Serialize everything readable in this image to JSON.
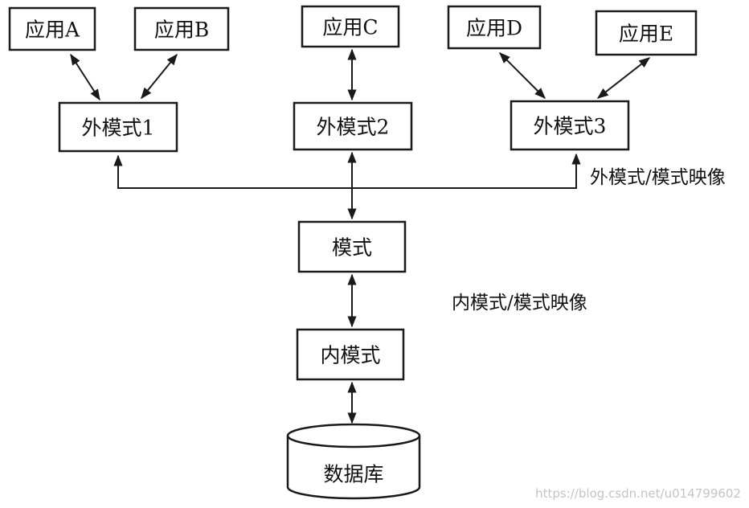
{
  "applications": [
    {
      "label": "应用A"
    },
    {
      "label": "应用B"
    },
    {
      "label": "应用C"
    },
    {
      "label": "应用D"
    },
    {
      "label": "应用E"
    }
  ],
  "external_schemas": [
    {
      "label": "外模式1"
    },
    {
      "label": "外模式2"
    },
    {
      "label": "外模式3"
    }
  ],
  "schema": {
    "label": "模式"
  },
  "internal_schema": {
    "label": "内模式"
  },
  "database": {
    "label": "数据库"
  },
  "mappings": {
    "external_schema_mapping": "外模式/模式映像",
    "internal_schema_mapping": "内模式/模式映像"
  },
  "watermark": "https://blog.csdn.net/u014799602",
  "colors": {
    "stroke": "#1a1a1a",
    "background": "#ffffff",
    "watermark": "#c4c4c4"
  }
}
